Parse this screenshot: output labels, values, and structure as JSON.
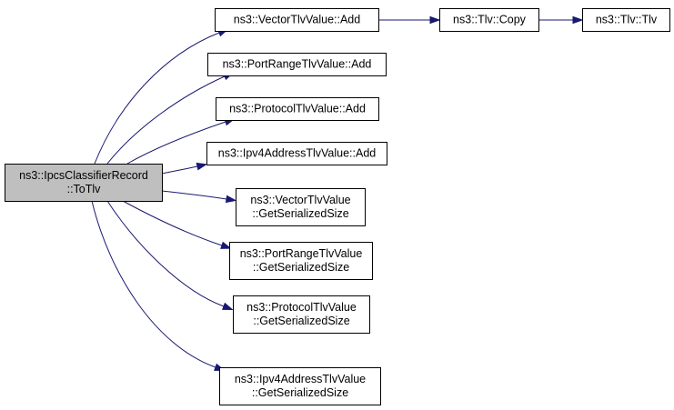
{
  "graph": {
    "nodes": [
      {
        "id": "root",
        "lines": [
          "ns3::IpcsClassifierRecord",
          "::ToTlv"
        ],
        "highlighted": true
      },
      {
        "id": "vtlv_add",
        "lines": [
          "ns3::VectorTlvValue::Add"
        ]
      },
      {
        "id": "tlv_copy",
        "lines": [
          "ns3::Tlv::Copy"
        ]
      },
      {
        "id": "tlv_tlv",
        "lines": [
          "ns3::Tlv::Tlv"
        ]
      },
      {
        "id": "prtlv_add",
        "lines": [
          "ns3::PortRangeTlvValue::Add"
        ]
      },
      {
        "id": "ptlv_add",
        "lines": [
          "ns3::ProtocolTlvValue::Add"
        ]
      },
      {
        "id": "ipv4tlv_add",
        "lines": [
          "ns3::Ipv4AddressTlvValue::Add"
        ]
      },
      {
        "id": "vtlv_size",
        "lines": [
          "ns3::VectorTlvValue",
          "::GetSerializedSize"
        ]
      },
      {
        "id": "prtlv_size",
        "lines": [
          "ns3::PortRangeTlvValue",
          "::GetSerializedSize"
        ]
      },
      {
        "id": "ptlv_size",
        "lines": [
          "ns3::ProtocolTlvValue",
          "::GetSerializedSize"
        ]
      },
      {
        "id": "ipv4tlv_size",
        "lines": [
          "ns3::Ipv4AddressTlvValue",
          "::GetSerializedSize"
        ]
      }
    ],
    "edges": [
      {
        "from": "root",
        "to": "vtlv_add"
      },
      {
        "from": "root",
        "to": "prtlv_add"
      },
      {
        "from": "root",
        "to": "ptlv_add"
      },
      {
        "from": "root",
        "to": "ipv4tlv_add"
      },
      {
        "from": "root",
        "to": "vtlv_size"
      },
      {
        "from": "root",
        "to": "prtlv_size"
      },
      {
        "from": "root",
        "to": "ptlv_size"
      },
      {
        "from": "root",
        "to": "ipv4tlv_size"
      },
      {
        "from": "vtlv_add",
        "to": "tlv_copy"
      },
      {
        "from": "tlv_copy",
        "to": "tlv_tlv"
      }
    ],
    "colors": {
      "edge": "#191970",
      "highlight_fill": "#bfbfbf",
      "node_fill": "#ffffff",
      "border": "#000000"
    }
  }
}
